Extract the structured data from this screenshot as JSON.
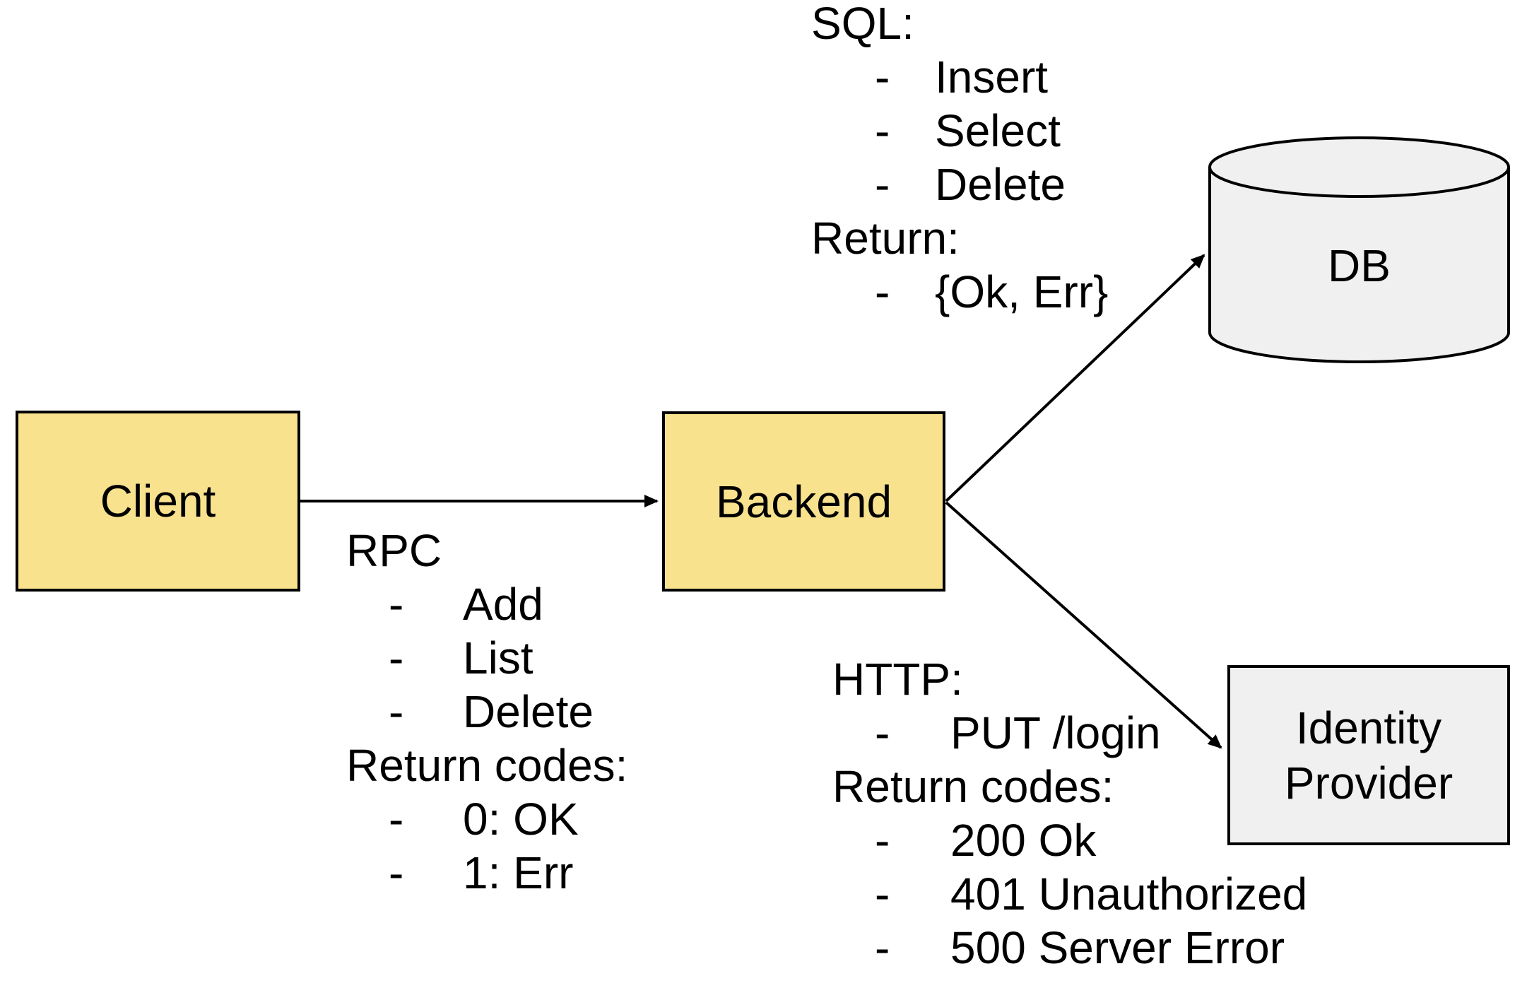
{
  "title": "Client / Backend / DB / Identity Provider architecture diagram",
  "colors": {
    "background": "#ffffff",
    "node_fill_yellow": "#f8e28e",
    "node_fill_gray": "#f0f0f0",
    "stroke": "#000000"
  },
  "nodes": {
    "client": {
      "label": "Client",
      "shape": "rectangle"
    },
    "backend": {
      "label": "Backend",
      "shape": "rectangle"
    },
    "db": {
      "label": "DB",
      "shape": "cylinder"
    },
    "identity_provider": {
      "label": "Identity Provider",
      "shape": "rectangle"
    }
  },
  "edges": [
    {
      "from": "Client",
      "to": "Backend"
    },
    {
      "from": "Backend",
      "to": "DB"
    },
    {
      "from": "Backend",
      "to": "Identity Provider"
    }
  ],
  "notes": {
    "bullet": "-",
    "sql": {
      "lines": [
        {
          "kind": "header",
          "text": "SQL:"
        },
        {
          "kind": "item",
          "text": "Insert"
        },
        {
          "kind": "item",
          "text": "Select"
        },
        {
          "kind": "item",
          "text": "Delete"
        },
        {
          "kind": "header",
          "text": "Return:"
        },
        {
          "kind": "item",
          "text": "{Ok, Err}"
        }
      ]
    },
    "rpc": {
      "lines": [
        {
          "kind": "header",
          "text": "RPC"
        },
        {
          "kind": "item",
          "text": "Add"
        },
        {
          "kind": "item",
          "text": "List"
        },
        {
          "kind": "item",
          "text": "Delete"
        },
        {
          "kind": "header",
          "text": "Return codes:"
        },
        {
          "kind": "item",
          "text": "0: OK"
        },
        {
          "kind": "item",
          "text": "1: Err"
        }
      ]
    },
    "http": {
      "lines": [
        {
          "kind": "header",
          "text": "HTTP:"
        },
        {
          "kind": "item",
          "text": "PUT /login"
        },
        {
          "kind": "header",
          "text": "Return codes:"
        },
        {
          "kind": "item",
          "text": "200 Ok"
        },
        {
          "kind": "item",
          "text": "401 Unauthorized"
        },
        {
          "kind": "item",
          "text": "500 Server Error"
        }
      ]
    }
  }
}
